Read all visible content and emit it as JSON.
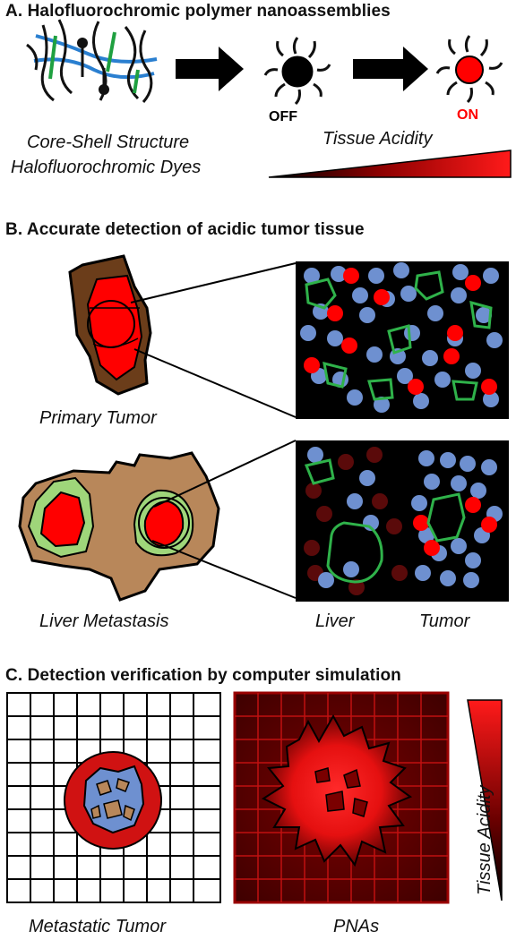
{
  "panel_a": {
    "heading": "A. Halofluorochromic polymer nanoassemblies",
    "label_off": "OFF",
    "label_on": "ON",
    "caption_line1": "Core-Shell Structure",
    "caption_line2": "Halofluorochromic Dyes",
    "acidity_label": "Tissue Acidity"
  },
  "panel_b": {
    "heading": "B. Accurate detection of acidic tumor tissue",
    "primary_label": "Primary Tumor",
    "liver_met_label": "Liver Metastasis",
    "liver_label": "Liver",
    "tumor_label": "Tumor"
  },
  "panel_c": {
    "heading": "C. Detection verification by computer simulation",
    "metastatic_label": "Metastatic Tumor",
    "pnas_label": "PNAs",
    "acidity_label": "Tissue Acidity"
  },
  "colors": {
    "red": "#ff0000",
    "blue_cell": "#6e90d0",
    "green_outline": "#2fb24a",
    "dark_red_cell": "#5a0a0a",
    "liver_brown": "#b8875a",
    "tumor_brown": "#6b3d1a",
    "light_green": "#9fd67a",
    "polymer_blue": "#2a7fd0"
  }
}
